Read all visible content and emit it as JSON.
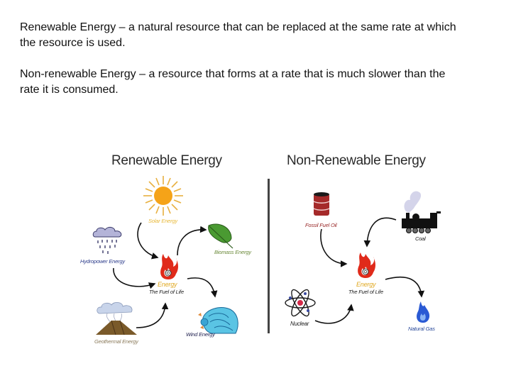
{
  "definitions": [
    {
      "term": "Renewable Energy",
      "text": "Renewable Energy – a natural resource that can be replaced at the same rate at which the resource is used."
    },
    {
      "term": "Non-renewable Energy",
      "text": "Non-renewable Energy – a resource that forms at a rate that is much slower than the rate it is consumed."
    }
  ],
  "renewable": {
    "title": "Renewable Energy",
    "center": {
      "label": "Energy",
      "sublabel": "The Fuel of Life",
      "icon": "flame-icon"
    },
    "sources": [
      {
        "label": "Solar Energy",
        "icon": "sun-icon",
        "color": "#e8b93a"
      },
      {
        "label": "Biomass Energy",
        "icon": "leaf-icon",
        "color": "#6b8a3a"
      },
      {
        "label": "Wind Energy",
        "icon": "wind-wave-icon",
        "color": "#1a1a4a"
      },
      {
        "label": "Geothermal Energy",
        "icon": "volcano-icon",
        "color": "#8a7a5a"
      },
      {
        "label": "Hydropower Energy",
        "icon": "rain-cloud-icon",
        "color": "#2a3a8a"
      }
    ]
  },
  "nonrenewable": {
    "title": "Non-Renewable Energy",
    "center": {
      "label": "Energy",
      "sublabel": "The Fuel of Life",
      "icon": "flame-icon"
    },
    "sources": [
      {
        "label": "Fossil Fuel Oil",
        "icon": "oil-barrel-icon",
        "color": "#9a2a2a"
      },
      {
        "label": "Coal",
        "icon": "steam-train-icon",
        "color": "#1a1a1a"
      },
      {
        "label": "Natural Gas",
        "icon": "gas-flame-icon",
        "color": "#2a4a9a"
      },
      {
        "label": "Nuclear",
        "icon": "atom-icon",
        "color": "#1a1a1a"
      }
    ]
  },
  "colors": {
    "energy_label": "#e0a820",
    "flame_red": "#d42a1a",
    "divider": "#444444"
  }
}
